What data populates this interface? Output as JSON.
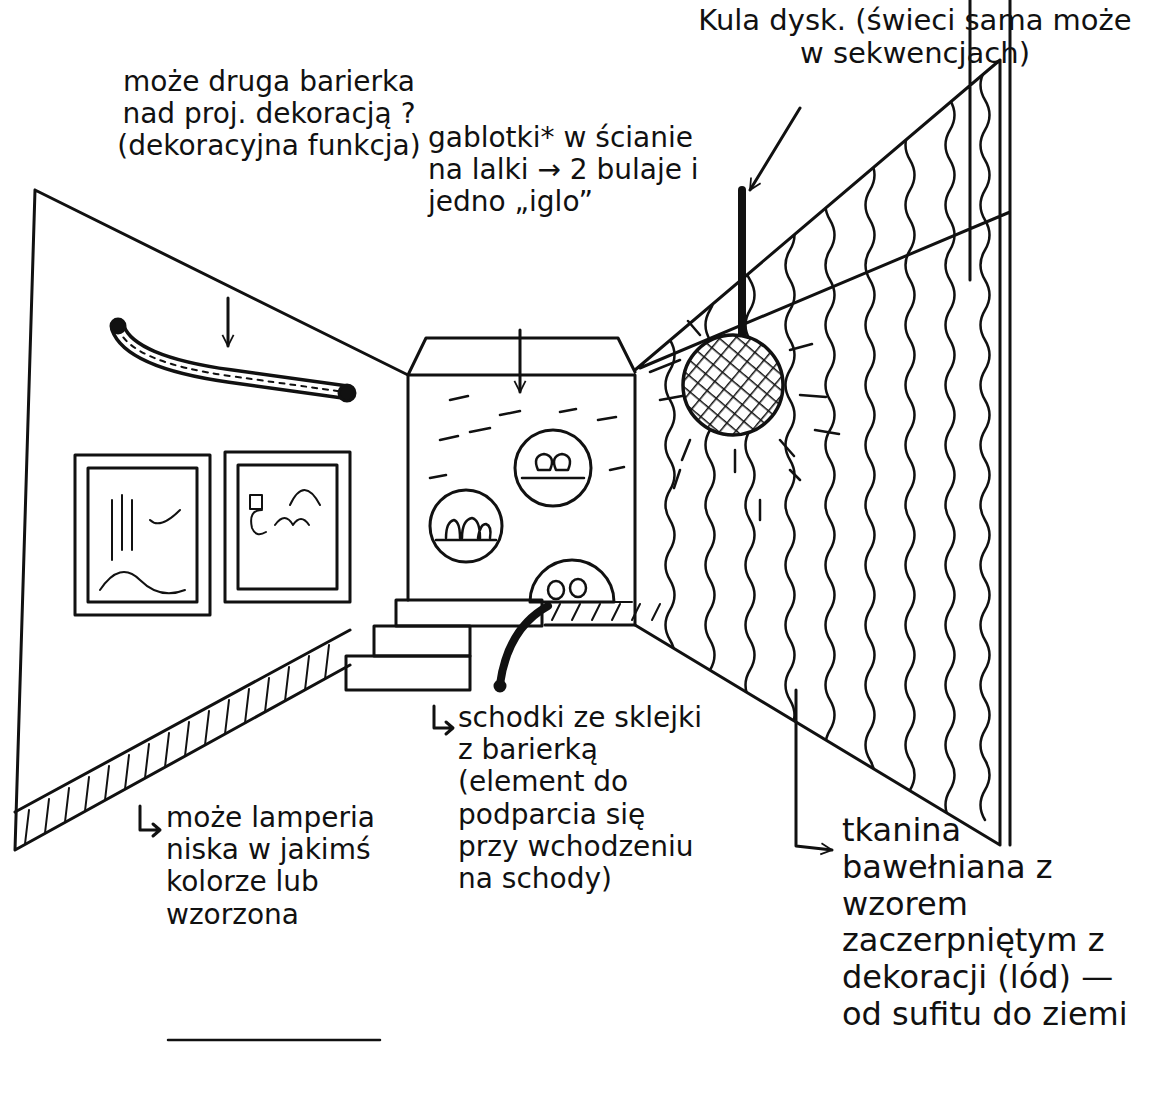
{
  "diagram": {
    "labels": [
      "Kula dysk. (świeci sama może w sekwencjach)",
      "może druga barierka nad proj. dekoracją ? (dekoracyjna funkcja)",
      "gablotki* w ścianie na lalki → 2 bulaje i jedno „iglo”",
      "schodki ze sklejki z barierką (element do podparcia się przy wchodzeniu na schody)",
      "tkanina bawełniana z wzorem zaczerpniętym z dekoracji (lód) — od sufitu do ziemi",
      "może lamperia niska w jakimś kolorze lub wzorzona"
    ]
  }
}
